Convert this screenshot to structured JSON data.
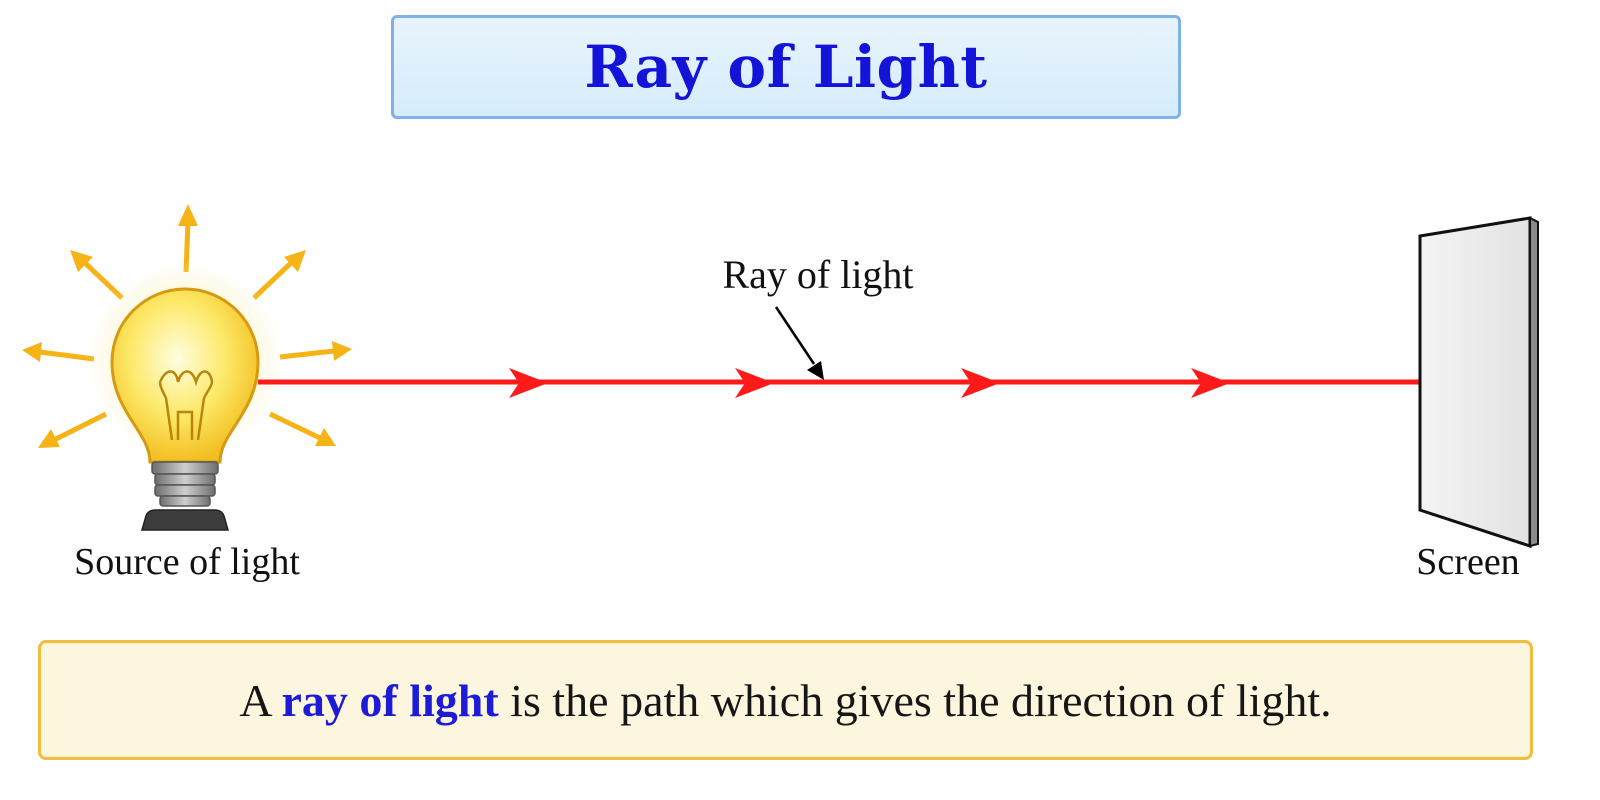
{
  "title": "Ray of Light",
  "labels": {
    "source": "Source of light",
    "ray": "Ray of light",
    "screen": "Screen"
  },
  "caption": {
    "prefix": "A ",
    "highlight": "ray of light",
    "suffix": " is the path which gives the direction of light."
  },
  "colors": {
    "title_text": "#1414d8",
    "title_box_fill": "#dcefff",
    "title_box_border": "#7fb2e8",
    "ray": "#ff1a1a",
    "radiation_arrows": "#f5b316",
    "bulb_glass": "#fbe25a",
    "screen_fill": "#ececec",
    "caption_box_fill": "#fdf6de",
    "caption_box_border": "#f2bd3d",
    "caption_highlight": "#1c1cd6"
  },
  "icons": {
    "source": "light-bulb-icon",
    "screen": "screen-panel-icon"
  }
}
